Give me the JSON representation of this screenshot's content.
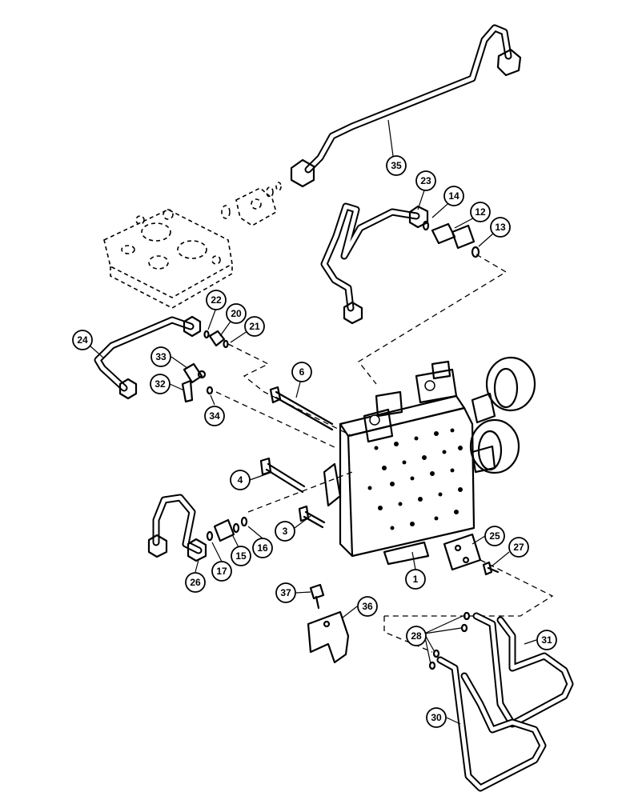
{
  "callouts": [
    {
      "id": "c1",
      "label": "1"
    },
    {
      "id": "c3",
      "label": "3"
    },
    {
      "id": "c4",
      "label": "4"
    },
    {
      "id": "c6",
      "label": "6"
    },
    {
      "id": "c12",
      "label": "12"
    },
    {
      "id": "c13",
      "label": "13"
    },
    {
      "id": "c14",
      "label": "14"
    },
    {
      "id": "c15",
      "label": "15"
    },
    {
      "id": "c16",
      "label": "16"
    },
    {
      "id": "c17",
      "label": "17"
    },
    {
      "id": "c20",
      "label": "20"
    },
    {
      "id": "c21",
      "label": "21"
    },
    {
      "id": "c22",
      "label": "22"
    },
    {
      "id": "c23",
      "label": "23"
    },
    {
      "id": "c24",
      "label": "24"
    },
    {
      "id": "c25",
      "label": "25"
    },
    {
      "id": "c26",
      "label": "26"
    },
    {
      "id": "c27",
      "label": "27"
    },
    {
      "id": "c28",
      "label": "28"
    },
    {
      "id": "c30",
      "label": "30"
    },
    {
      "id": "c31",
      "label": "31"
    },
    {
      "id": "c32",
      "label": "32"
    },
    {
      "id": "c33",
      "label": "33"
    },
    {
      "id": "c34",
      "label": "34"
    },
    {
      "id": "c35",
      "label": "35"
    },
    {
      "id": "c36",
      "label": "36"
    },
    {
      "id": "c37",
      "label": "37"
    }
  ]
}
